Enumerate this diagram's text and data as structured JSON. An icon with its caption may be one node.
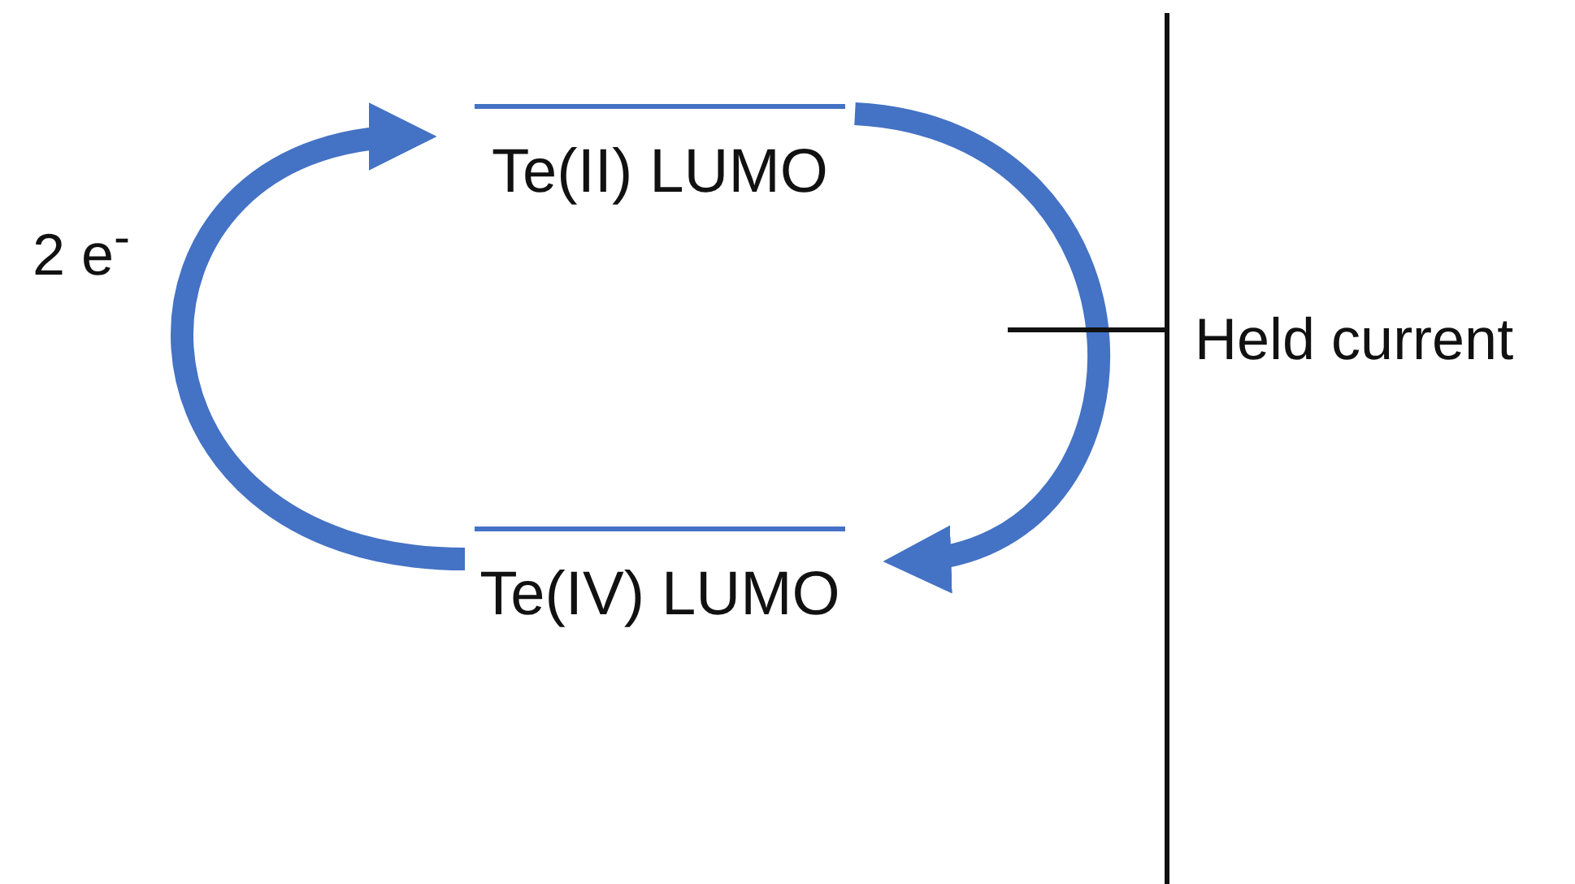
{
  "diagram": {
    "nodes": [
      {
        "text": [
          "Te(II) LUMO"
        ]
      },
      {
        "text": [
          "Te(IV) LUMO"
        ]
      }
    ],
    "edges": [
      {
        "from": 1,
        "to": 0,
        "arrow": "to",
        "label": "2 e$^{-}$"
      },
      {
        "from": 0,
        "to": 1,
        "arrow": "to"
      }
    ],
    "labels": [
      "Held current"
    ]
  }
}
